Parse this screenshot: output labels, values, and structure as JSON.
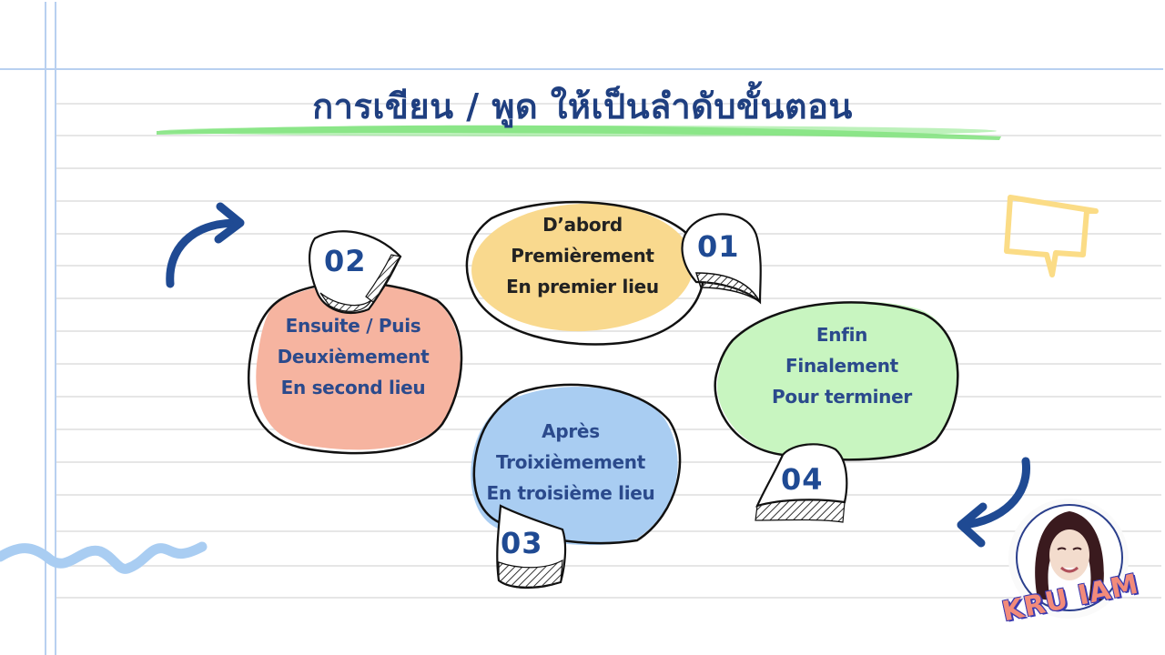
{
  "title": "การเขียน / พูด ให้เป็นลำดับขั้นตอน",
  "steps": [
    {
      "number": "01",
      "lines": [
        "D’abord",
        "Premièrement",
        "En premier lieu"
      ],
      "color": "#f9d98e",
      "text_color": "#222222"
    },
    {
      "number": "02",
      "lines": [
        "Ensuite / Puis",
        "Deuxièmement",
        "En second lieu"
      ],
      "color": "#f6b4a0",
      "text_color": "#2b4a8c"
    },
    {
      "number": "03",
      "lines": [
        "Après",
        "Troixièmement",
        "En troisième lieu"
      ],
      "color": "#a9cdf2",
      "text_color": "#2b4a8c"
    },
    {
      "number": "04",
      "lines": [
        "Enfin",
        "Finalement",
        "Pour terminer"
      ],
      "color": "#c8f5c0",
      "text_color": "#2b4a8c"
    }
  ],
  "brand": {
    "label": "KRU IAM"
  },
  "colors": {
    "title": "#1f3f80",
    "underline": "#7ee27a",
    "arrow": "#1f4a93",
    "margin_line": "#b8d0f0",
    "ruled_line": "#e6e6e6",
    "wave": "#a9cdf2",
    "speech_bubble": "#fbdc86"
  }
}
